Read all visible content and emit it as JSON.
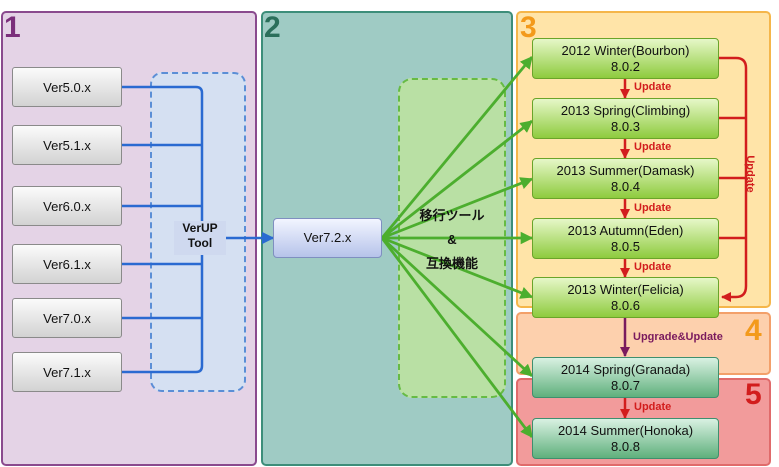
{
  "panels": [
    {
      "number": "1",
      "color": "#7b2f7b"
    },
    {
      "number": "2",
      "color": "#2b6f5b"
    },
    {
      "number": "3",
      "color": "#f39a1b"
    },
    {
      "number": "4",
      "color": "#f39a1b"
    },
    {
      "number": "5",
      "color": "#d21d1d"
    }
  ],
  "old_versions": [
    "Ver5.0.x",
    "Ver5.1.x",
    "Ver6.0.x",
    "Ver6.1.x",
    "Ver7.0.x",
    "Ver7.1.x"
  ],
  "verup_tool": {
    "line1": "VerUP",
    "line2": "Tool"
  },
  "hub_version": "Ver7.2.x",
  "migration": {
    "line1": "移行ツール",
    "line2": "&",
    "line3": "互換機能"
  },
  "releases": [
    {
      "name": "2012 Winter(Bourbon)",
      "version": "8.0.2"
    },
    {
      "name": "2013 Spring(Climbing)",
      "version": "8.0.3"
    },
    {
      "name": "2013 Summer(Damask)",
      "version": "8.0.4"
    },
    {
      "name": "2013 Autumn(Eden)",
      "version": "8.0.5"
    },
    {
      "name": "2013 Winter(Felicia)",
      "version": "8.0.6"
    },
    {
      "name": "2014 Spring(Granada)",
      "version": "8.0.7"
    },
    {
      "name": "2014 Summer(Honoka)",
      "version": "8.0.8"
    }
  ],
  "labels": {
    "update": "Update",
    "upgrade_update": "Upgrade&Update",
    "update_vertical": "Update"
  },
  "colors": {
    "blue_line": "#2a6ad1",
    "green_line": "#4cae2e",
    "red_arrow": "#d21d1d",
    "purple_arrow": "#7a1a5e"
  }
}
